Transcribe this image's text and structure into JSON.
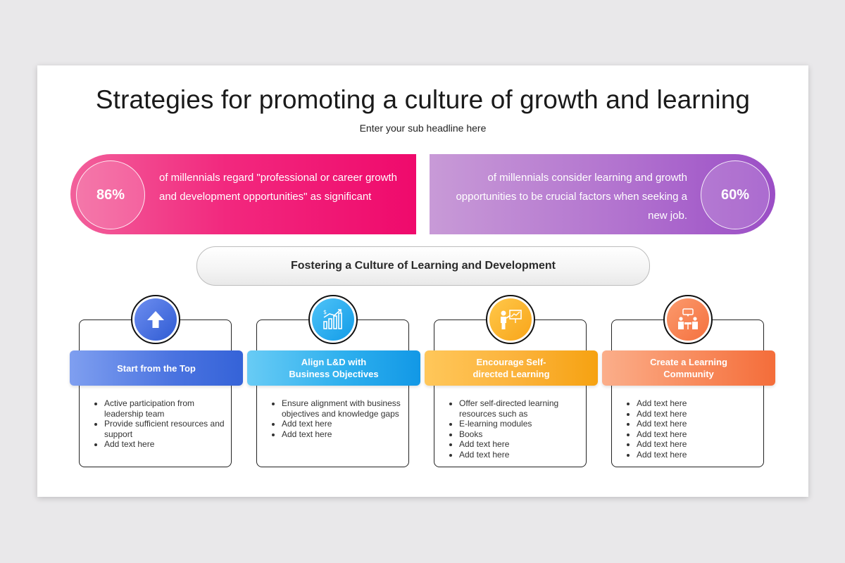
{
  "slide": {
    "title": "Strategies for promoting a culture of growth and learning",
    "subtitle": "Enter your sub headline here"
  },
  "stats": {
    "left": {
      "value": "86%",
      "text": "of millennials regard \"professional or career growth and development opportunities\" as significant",
      "color": "#f2287e"
    },
    "right": {
      "value": "60%",
      "text": "of millennials consider learning and growth opportunities to be crucial factors when seeking a new job.",
      "color": "#b273cf"
    }
  },
  "section": {
    "heading": "Fostering a Culture of Learning and Development"
  },
  "cards": [
    {
      "icon": "arrow-up-icon",
      "title": "Start from the Top",
      "color": "#3563d8",
      "items": [
        "Active participation from leadership team",
        "Provide sufficient resources and support",
        "Add text here"
      ]
    },
    {
      "icon": "growth-chart-icon",
      "title": "Align L&D with Business Objectives",
      "color": "#1298e6",
      "items": [
        "Ensure alignment with business objectives and knowledge gaps",
        "Add text here",
        "Add text here"
      ]
    },
    {
      "icon": "presenter-icon",
      "title": "Encourage Self-directed Learning",
      "color": "#f6a211",
      "items": [
        "Offer self-directed learning resources such as",
        "E-learning modules",
        "Books",
        "Add text here",
        "Add text here"
      ]
    },
    {
      "icon": "meeting-icon",
      "title": "Create a Learning Community",
      "color": "#f46d3a",
      "items": [
        "Add text here",
        "Add text here",
        "Add text here",
        "Add text here",
        "Add text here",
        "Add text here"
      ]
    }
  ]
}
